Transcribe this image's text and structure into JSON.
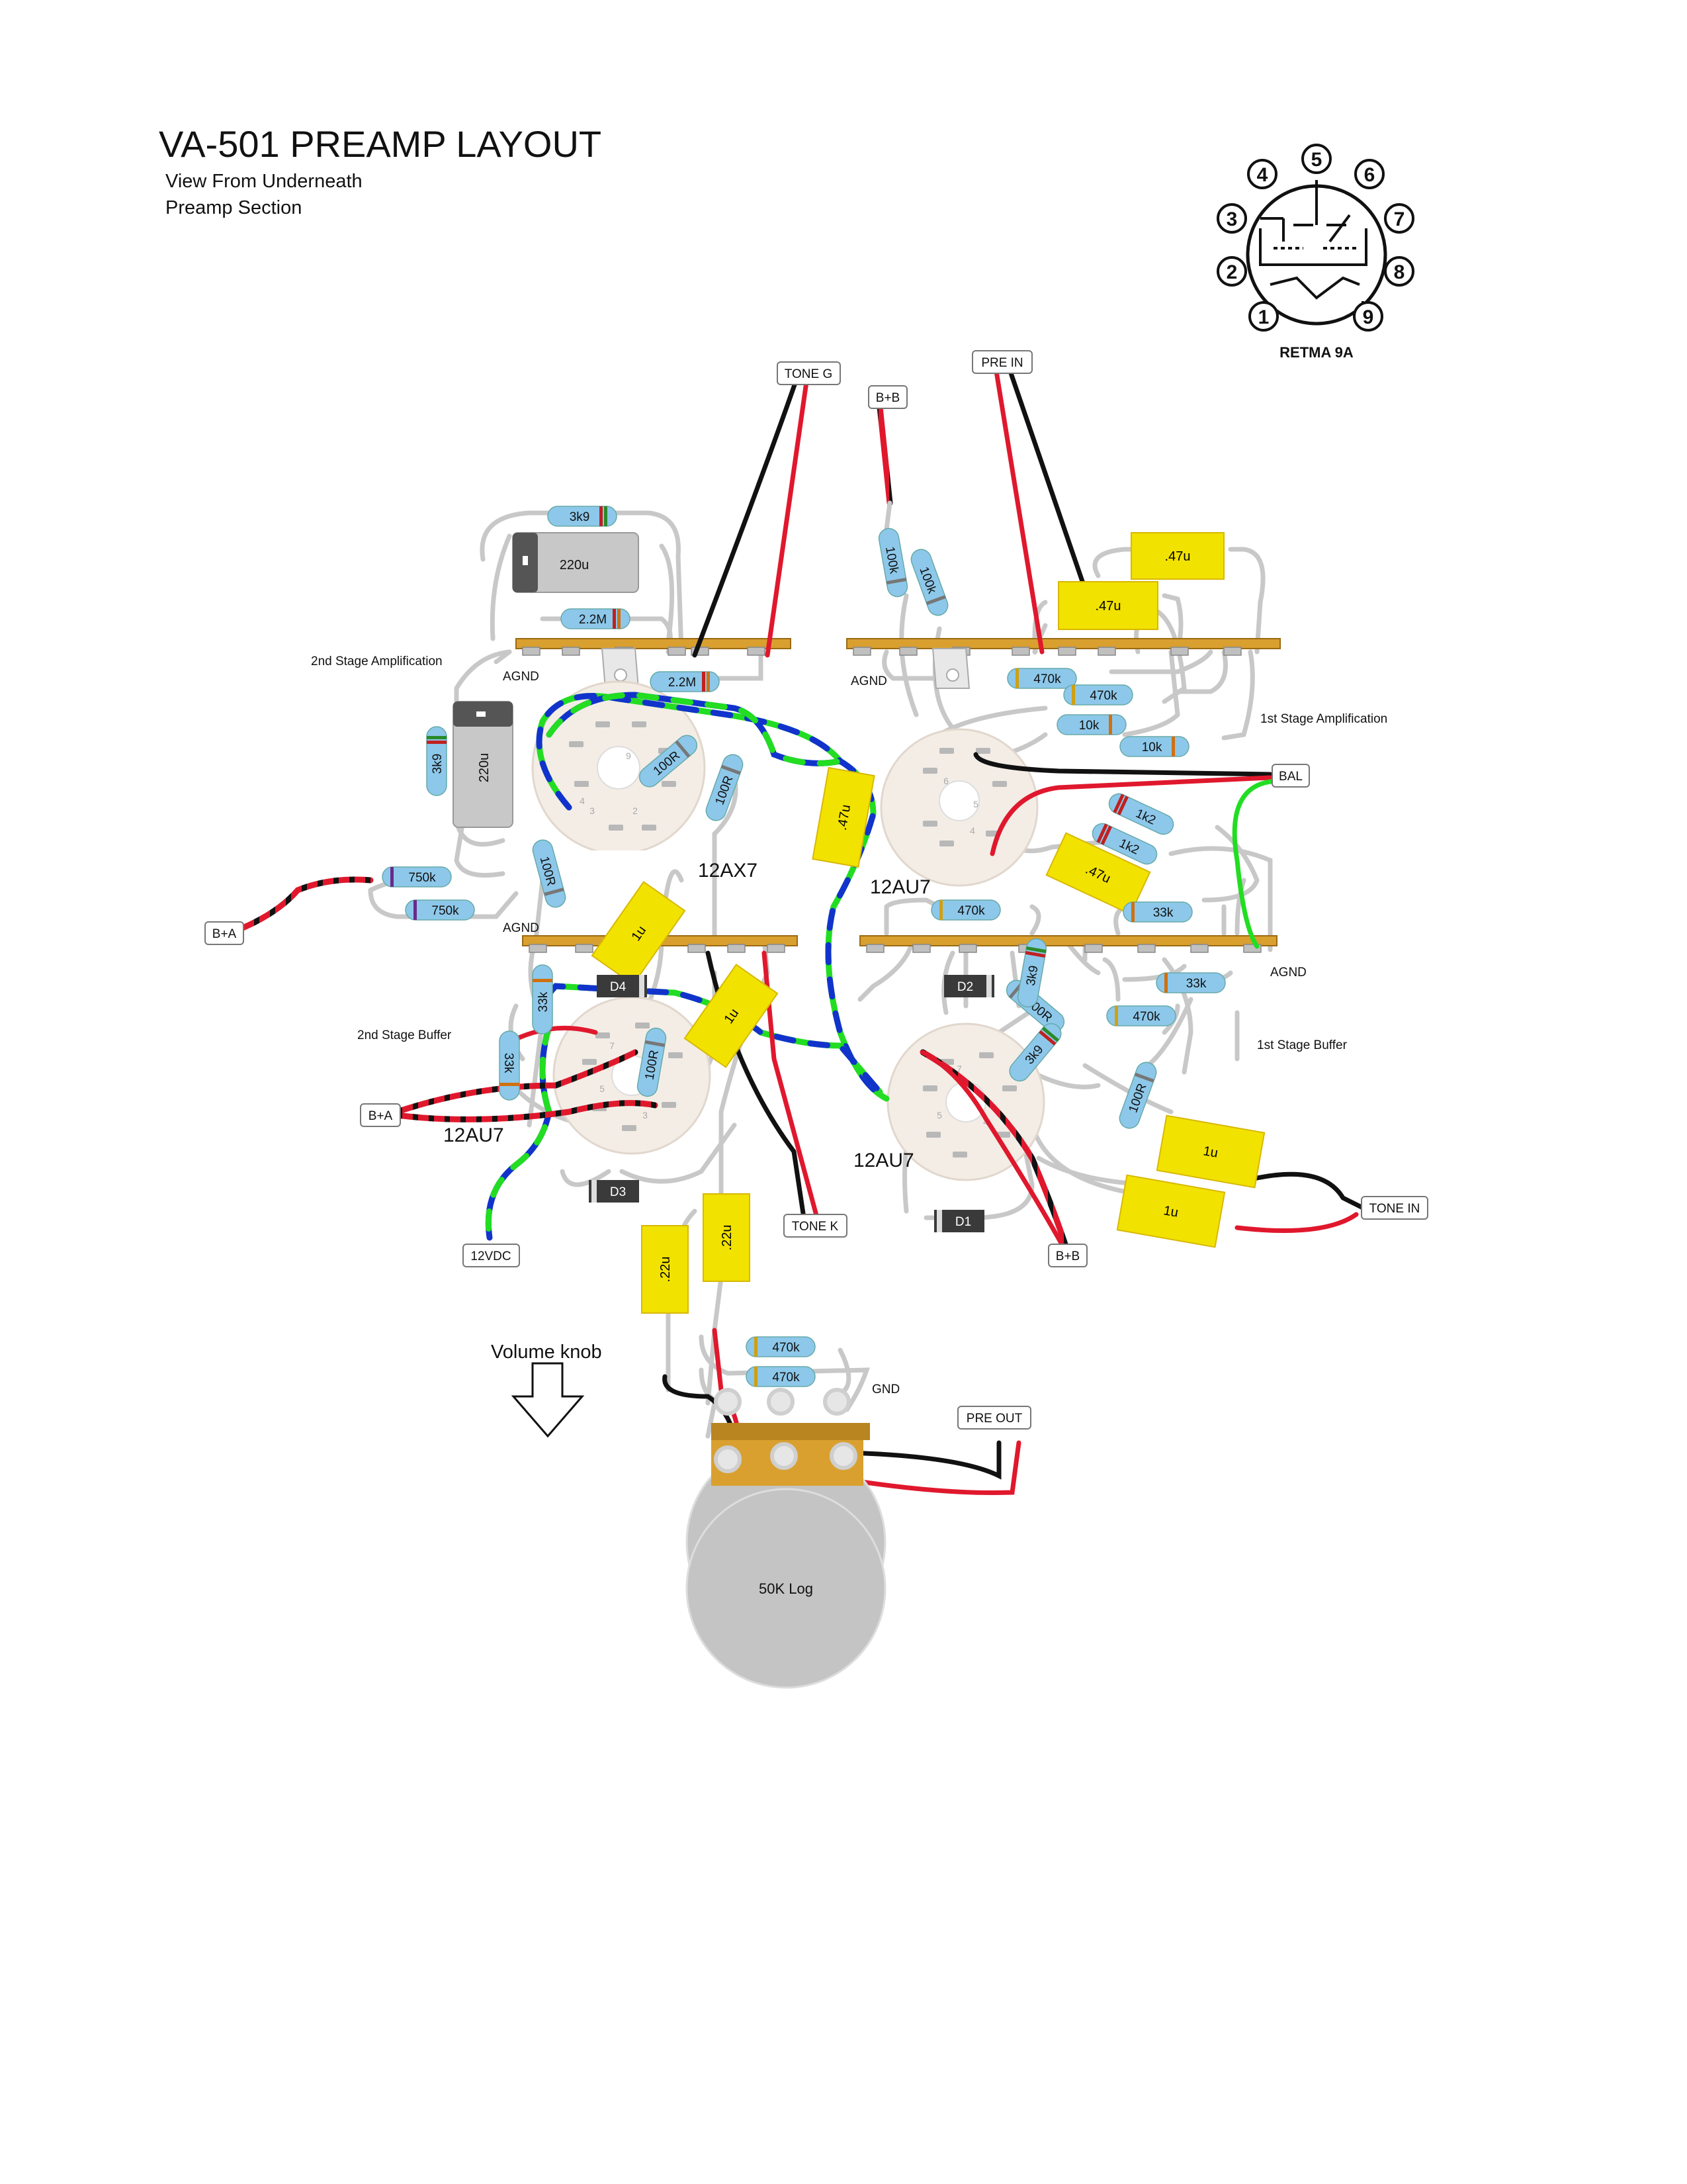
{
  "header": {
    "title": "VA-501 PREAMP LAYOUT",
    "subtitle_1": "View From Underneath",
    "subtitle_2": "Preamp Section"
  },
  "pinout": {
    "label": "RETMA 9A",
    "pins": [
      "1",
      "2",
      "3",
      "4",
      "5",
      "6",
      "7",
      "8",
      "9"
    ]
  },
  "section_labels": {
    "stage2_amp": "2nd Stage Amplification",
    "stage1_amp": "1st Stage Amplification",
    "stage2_buf": "2nd Stage Buffer",
    "stage1_buf": "1st Stage Buffer",
    "agnd_1": "AGND",
    "agnd_2": "AGND",
    "agnd_3": "AGND",
    "agnd_4": "AGND",
    "gnd": "GND",
    "volume": "Volume knob"
  },
  "tubes": {
    "t1": "12AX7",
    "t2": "12AU7",
    "t3": "12AU7",
    "t4": "12AU7"
  },
  "connectors": {
    "tone_g": "TONE G",
    "pre_in": "PRE IN",
    "b_plus_b_top": "B+B",
    "bal": "BAL",
    "b_plus_a_left": "B+A",
    "b_plus_a_buf": "B+A",
    "tone_k": "TONE K",
    "v12dc": "12VDC",
    "tone_in": "TONE IN",
    "b_plus_b_bottom": "B+B",
    "pre_out": "PRE OUT"
  },
  "components": {
    "r_3k9_top": "3k9",
    "c_220u_top": "220u",
    "r_2m2_a": "2.2M",
    "r_2m2_b": "2.2M",
    "c_220u_side": "220u",
    "r_3k9_side": "3k9",
    "r_100r_a": "100R",
    "r_100r_b": "100R",
    "r_100r_c": "100R",
    "r_750k_a": "750k",
    "r_750k_b": "750k",
    "c_1u_a": "1u",
    "c_1u_b": "1u",
    "d4": "D4",
    "r_33k_a": "33k",
    "r_33k_b": "33k",
    "r_100r_d": "100R",
    "d3": "D3",
    "c_22u_a": ".22u",
    "c_22u_b": ".22u",
    "c_47u_mid": ".47u",
    "r_100k_a": "100k",
    "r_100k_b": "100k",
    "c_47u_a": ".47u",
    "c_47u_b": ".47u",
    "r_470k_a": "470k",
    "r_470k_b": "470k",
    "r_10k_a": "10k",
    "r_10k_b": "10k",
    "r_1k2_a": "1k2",
    "r_1k2_b": "1k2",
    "c_47u_c": ".47u",
    "r_470k_c": "470k",
    "r_33k_c": "33k",
    "d2": "D2",
    "r_3k9_c": "3k9",
    "r_100r_e": "100R",
    "r_33k_d": "33k",
    "r_470k_d": "470k",
    "r_3k9_d": "3k9",
    "r_100r_f": "100R",
    "c_1u_c": "1u",
    "c_1u_d": "1u",
    "d1": "D1",
    "r_470k_e": "470k",
    "r_470k_f": "470k",
    "pot": "50K Log"
  },
  "colors": {
    "wire_gray": "#c8c8c8",
    "wire_red": "#e0182d",
    "wire_black": "#111111",
    "wire_green": "#22dd22",
    "wire_blue": "#1133cc",
    "capacitor_film": "#f2e200",
    "resistor_body": "#8dc8ea",
    "tagstrip": "#d9a030",
    "pot_body": "#c4c4c4",
    "socket": "#f3ede6"
  }
}
